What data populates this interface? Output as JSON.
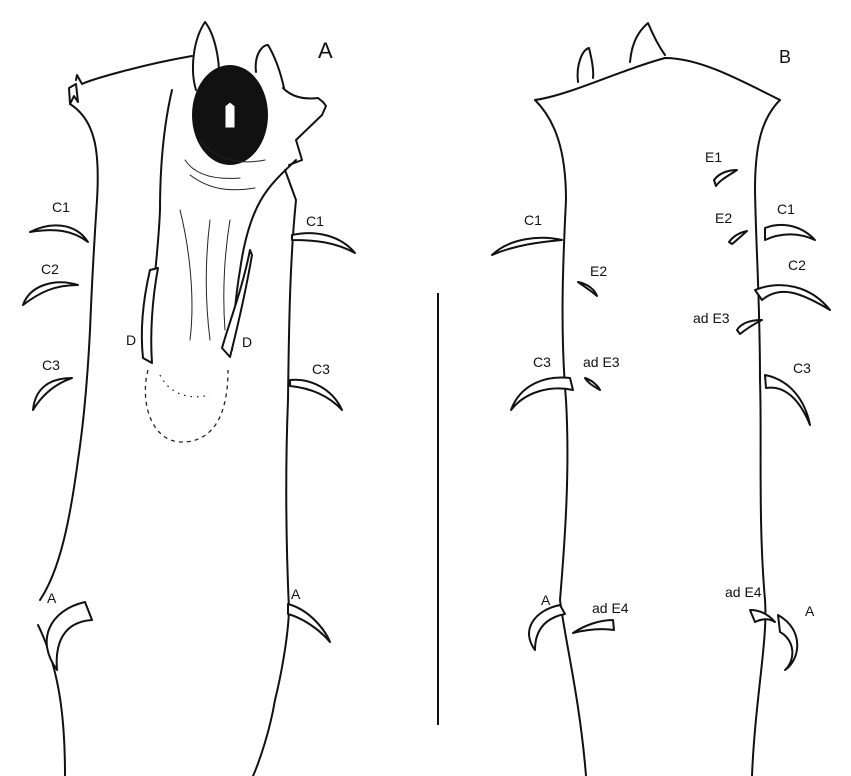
{
  "figure": {
    "panels": [
      {
        "id": "A",
        "label": "A",
        "view": "left drawing with everted introvert"
      },
      {
        "id": "B",
        "label": "B",
        "view": "right drawing"
      }
    ],
    "panel_a": {
      "label": "A",
      "hook_labels": {
        "c1_left": "C1",
        "c1_right": "C1",
        "c2_left": "C2",
        "c3_left": "C3",
        "c3_right": "C3",
        "d_left": "D",
        "d_right": "D",
        "a_left": "A",
        "a_right": "A"
      }
    },
    "panel_b": {
      "label": "B",
      "hook_labels": {
        "c1_left": "C1",
        "c1_right": "C1",
        "c2_right": "C2",
        "c3_left": "C3",
        "c3_right": "C3",
        "e1": "E1",
        "e2_left": "E2",
        "e2_right": "E2",
        "ad_e3_left": "ad E3",
        "ad_e3_right": "ad E3",
        "ad_e4_left": "ad E4",
        "ad_e4_right": "ad E4",
        "a_left": "A",
        "a_right": "A"
      }
    },
    "scale_bar": {
      "orientation": "vertical",
      "label": ""
    }
  }
}
